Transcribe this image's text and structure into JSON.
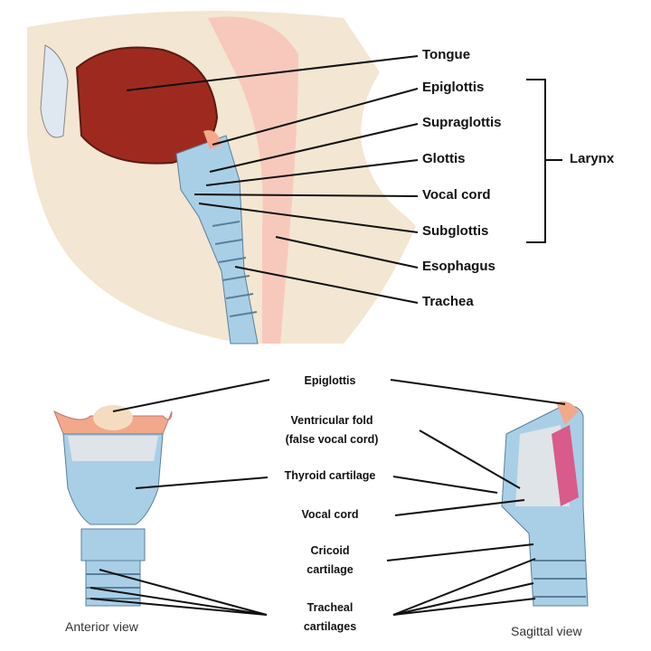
{
  "top_labels": {
    "tongue": "Tongue",
    "epiglottis": "Epiglottis",
    "supraglottis": "Supraglottis",
    "glottis": "Glottis",
    "vocal_cord": "Vocal cord",
    "subglottis": "Subglottis",
    "esophagus": "Esophagus",
    "trachea": "Trachea",
    "larynx": "Larynx"
  },
  "bottom_labels": {
    "epiglottis": "Epiglottis",
    "ventricular_fold_1": "Ventricular fold",
    "ventricular_fold_2": "(false vocal cord)",
    "thyroid_cartilage": "Thyroid cartilage",
    "vocal_cord": "Vocal cord",
    "cricoid_1": "Cricoid",
    "cricoid_2": "cartilage",
    "tracheal_1": "Tracheal",
    "tracheal_2": "cartilages"
  },
  "captions": {
    "anterior": "Anterior view",
    "sagittal": "Sagittal view"
  },
  "colors": {
    "skin": "#f3e6d2",
    "tongue": "#9e2a1f",
    "cartilage": "#a9cfe6",
    "pink": "#f4b8b0",
    "epiglottis": "#f2a88a"
  }
}
